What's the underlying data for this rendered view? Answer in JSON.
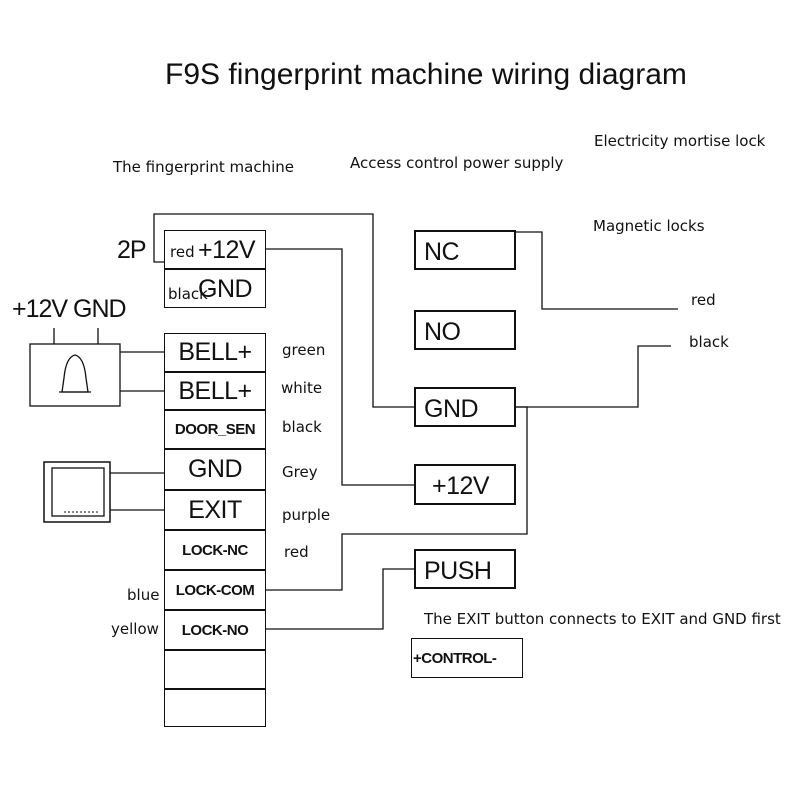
{
  "title": "F9S fingerprint machine wiring diagram",
  "labels": {
    "fingerprint_machine": "The fingerprint machine",
    "power_supply": "Access control power supply",
    "mortise_lock": "Electricity mortise lock",
    "magnetic_locks": "Magnetic locks",
    "exit_note": "The EXIT button connects to EXIT and GND first"
  },
  "power_connector": {
    "label": "2P",
    "terminals": [
      {
        "name": "+12V",
        "wire": "red"
      },
      {
        "name": "GND",
        "wire": "black"
      }
    ]
  },
  "bell": {
    "label": "+12V GND",
    "icon": "doorbell-icon"
  },
  "exit_button_icon": "exit-button-icon",
  "terminal_block": {
    "terminals": [
      {
        "name": "BELL+",
        "wire": "green"
      },
      {
        "name": "BELL+",
        "wire": "white"
      },
      {
        "name": "DOOR_SEN",
        "wire": "black"
      },
      {
        "name": "GND",
        "wire": "Grey"
      },
      {
        "name": "EXIT",
        "wire": "purple"
      },
      {
        "name": "LOCK-NC",
        "wire": "red"
      },
      {
        "name": "LOCK-COM",
        "wire": "blue"
      },
      {
        "name": "LOCK-NO",
        "wire": "yellow"
      },
      {
        "name": "",
        "wire": ""
      },
      {
        "name": "",
        "wire": ""
      }
    ]
  },
  "power_supply_terminals": {
    "nc": "NC",
    "no": "NO",
    "gnd": "GND",
    "plus12v": "+12V",
    "push": "PUSH",
    "control": "+CONTROL-"
  },
  "lock_wires": {
    "red": "red",
    "black": "black"
  }
}
